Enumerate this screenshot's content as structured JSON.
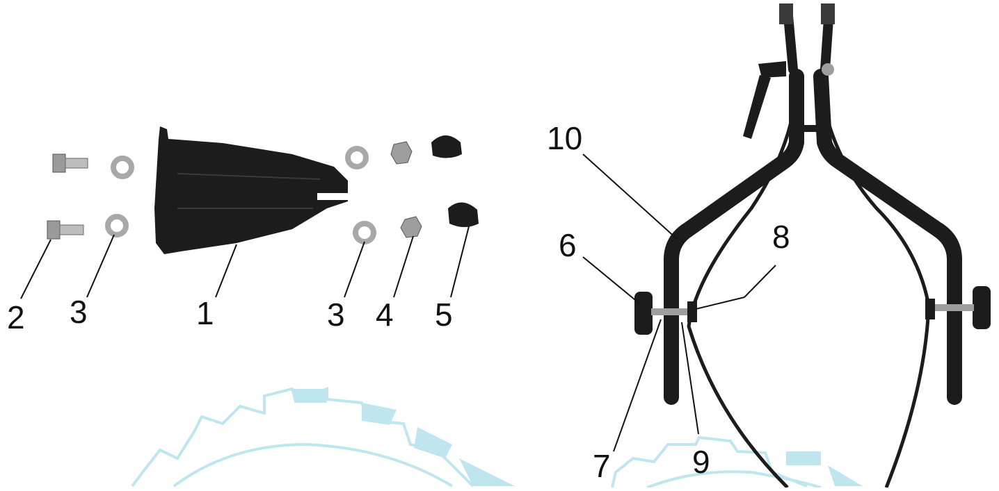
{
  "callouts": {
    "n1": "1",
    "n2": "2",
    "n3a": "3",
    "n3b": "3",
    "n4": "4",
    "n5": "5",
    "n6": "6",
    "n7": "7",
    "n8": "8",
    "n9": "9",
    "n10": "10"
  },
  "colors": {
    "part_dark": "#1c1c1c",
    "metal_light": "#bdbdbd",
    "watermark": "#bfe6ee",
    "leader_line": "#111111"
  }
}
